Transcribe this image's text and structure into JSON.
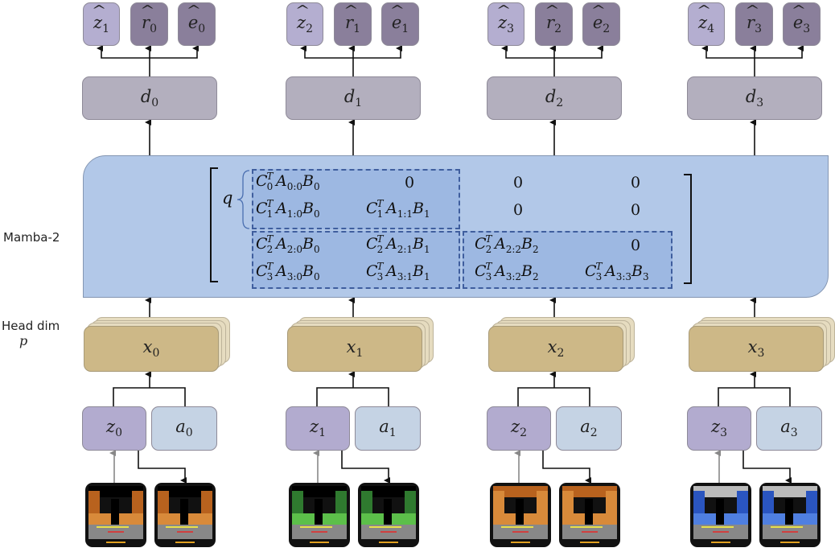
{
  "side_labels": {
    "mamba": "Mamba-2",
    "head_dim": "Head dim",
    "head_dim_symbol": "p"
  },
  "columns": [
    {
      "pred_z": {
        "base": "z",
        "sub": "1"
      },
      "pred_r": {
        "base": "r",
        "sub": "0"
      },
      "pred_e": {
        "base": "e",
        "sub": "0"
      },
      "decoder": {
        "base": "d",
        "sub": "0"
      },
      "x": {
        "base": "x",
        "sub": "0"
      },
      "z": {
        "base": "z",
        "sub": "0"
      },
      "a": {
        "base": "a",
        "sub": "0"
      },
      "game_theme": "orange"
    },
    {
      "pred_z": {
        "base": "z",
        "sub": "2"
      },
      "pred_r": {
        "base": "r",
        "sub": "1"
      },
      "pred_e": {
        "base": "e",
        "sub": "1"
      },
      "decoder": {
        "base": "d",
        "sub": "1"
      },
      "x": {
        "base": "x",
        "sub": "1"
      },
      "z": {
        "base": "z",
        "sub": "1"
      },
      "a": {
        "base": "a",
        "sub": "1"
      },
      "game_theme": "green"
    },
    {
      "pred_z": {
        "base": "z",
        "sub": "3"
      },
      "pred_r": {
        "base": "r",
        "sub": "2"
      },
      "pred_e": {
        "base": "e",
        "sub": "2"
      },
      "decoder": {
        "base": "d",
        "sub": "2"
      },
      "x": {
        "base": "x",
        "sub": "2"
      },
      "z": {
        "base": "z",
        "sub": "2"
      },
      "a": {
        "base": "a",
        "sub": "2"
      },
      "game_theme": "orange-brown"
    },
    {
      "pred_z": {
        "base": "z",
        "sub": "4"
      },
      "pred_r": {
        "base": "r",
        "sub": "3"
      },
      "pred_e": {
        "base": "e",
        "sub": "3"
      },
      "decoder": {
        "base": "d",
        "sub": "3"
      },
      "x": {
        "base": "x",
        "sub": "3"
      },
      "z": {
        "base": "z",
        "sub": "3"
      },
      "a": {
        "base": "a",
        "sub": "3"
      },
      "game_theme": "blue"
    }
  ],
  "matrix": {
    "chunk_label": "q",
    "zero": "0",
    "rows": [
      [
        {
          "c": "0",
          "a": "0:0",
          "b": "0"
        },
        null,
        null,
        null
      ],
      [
        {
          "c": "1",
          "a": "1:0",
          "b": "0"
        },
        {
          "c": "1",
          "a": "1:1",
          "b": "1"
        },
        null,
        null
      ],
      [
        {
          "c": "2",
          "a": "2:0",
          "b": "0"
        },
        {
          "c": "2",
          "a": "2:1",
          "b": "1"
        },
        {
          "c": "2",
          "a": "2:2",
          "b": "2"
        },
        null
      ],
      [
        {
          "c": "3",
          "a": "3:0",
          "b": "0"
        },
        {
          "c": "3",
          "a": "3:1",
          "b": "1"
        },
        {
          "c": "3",
          "a": "3:2",
          "b": "2"
        },
        {
          "c": "3",
          "a": "3:3",
          "b": "3"
        }
      ]
    ]
  },
  "colors": {
    "mamba_fill": "#b2c8e8",
    "chunk_fill": "#9db8e2",
    "chunk_border": "#3f5e9e",
    "x_fill": "#cdb887",
    "z_fill": "#b2abcf",
    "a_fill": "#c5d3e4",
    "decoder_fill": "#b3afbe",
    "pred_z_fill": "#b4aed0",
    "pred_re_fill": "#8a7f9b"
  }
}
